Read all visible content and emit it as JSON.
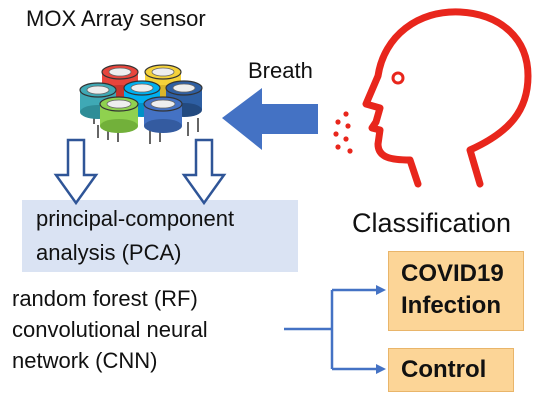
{
  "title": "MOX Array sensor",
  "breath_label": "Breath",
  "pca": {
    "line1": "principal-component",
    "line2": "analysis (PCA)"
  },
  "classification_label": "Classification",
  "methods": [
    "random forest (RF)",
    "convolutional neural",
    "network (CNN)"
  ],
  "outputs": {
    "covid_line1": "COVID19",
    "covid_line2": "Infection",
    "control": "Control"
  },
  "colors": {
    "sensor_red": "#e8453c",
    "sensor_yellow": "#f5d23a",
    "sensor_teal": "#3fa9b5",
    "sensor_green": "#8fd14f",
    "sensor_blue": "#4472c4",
    "sensor_cyan": "#00b0f0",
    "head_red": "#e8261c",
    "arrow_blue": "#4472c4",
    "pca_fill": "#dae3f3",
    "output_fill": "#fcd597",
    "connector": "#4472c4"
  }
}
